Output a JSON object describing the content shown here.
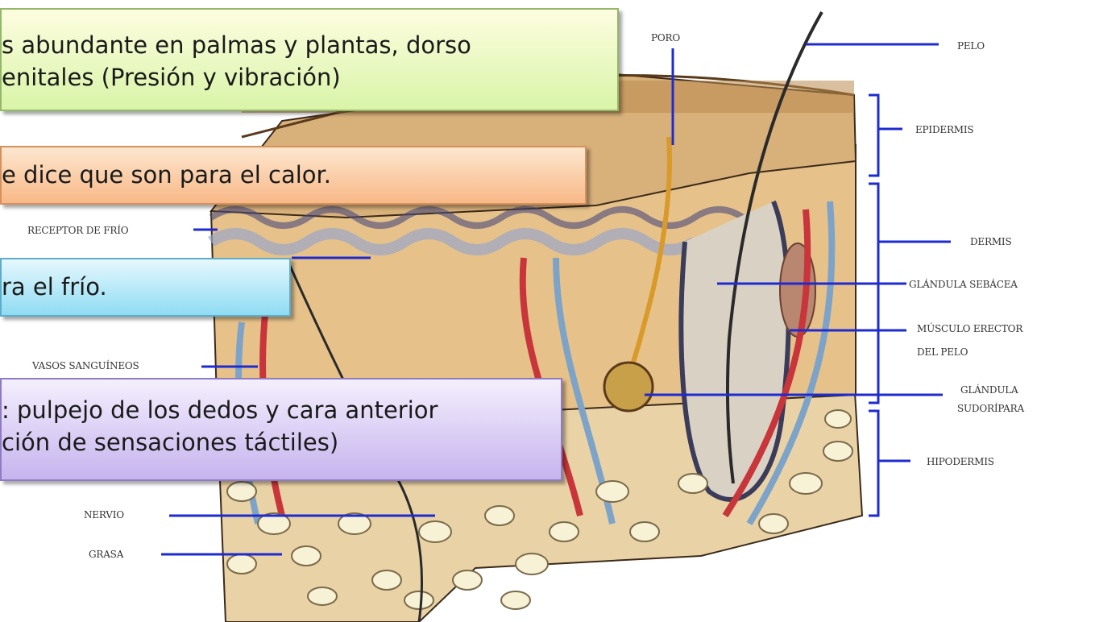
{
  "callouts": [
    {
      "lines": [
        "s abundante en palmas y plantas, dorso",
        "enitales (Presión y vibración)"
      ],
      "color": "#d9f4a8"
    },
    {
      "lines": [
        "e dice que son para el calor."
      ],
      "color": "#f8b887"
    },
    {
      "lines": [
        "ra el frío."
      ],
      "color": "#8fdcf3"
    },
    {
      "lines": [
        ": pulpejo de los dedos y cara anterior",
        "ción de sensaciones táctiles)"
      ],
      "color": "#c6b4ee"
    }
  ],
  "labels": {
    "poro": "PORO",
    "pelo": "PELO",
    "epidermis": "EPIDERMIS",
    "dermis": "DERMIS",
    "glandula_sebacea": "GLÁNDULA SEBÁCEA",
    "musculo_1": "MÚSCULO ERECTOR",
    "musculo_2": "DEL PELO",
    "sudoripara_1": "GLÁNDULA",
    "sudoripara_2": "SUDORÍPARA",
    "hipodermis": "HIPODERMIS",
    "receptor_frio": "RECEPTOR DE FRÍO",
    "vasos": "VASOS SANGUÍNEOS",
    "nervio": "NERVIO",
    "grasa": "GRASA"
  }
}
